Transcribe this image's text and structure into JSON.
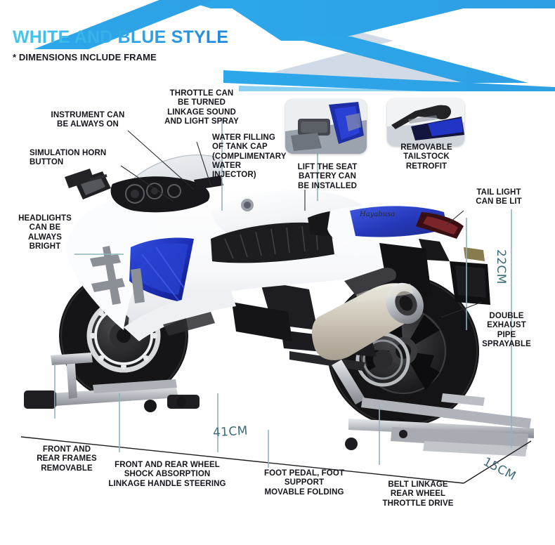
{
  "header": {
    "title": "WHITE AND BLUE STYLE",
    "note": "* DIMENSIONS INCLUDE FRAME",
    "title_gradient_from": "#45c8f0",
    "title_gradient_to": "#1f86dd",
    "banner_color": "#29a3e8",
    "banner_fill_light": "#cdd9e6"
  },
  "callouts": [
    {
      "id": "instrument",
      "text": "INSTRUMENT CAN\nBE ALWAYS ON"
    },
    {
      "id": "horn",
      "text": "SIMULATION HORN\nBUTTON"
    },
    {
      "id": "headlights",
      "text": "HEADLIGHTS\nCAN BE\nALWAYS\nBRIGHT"
    },
    {
      "id": "throttle",
      "text": "THROTTLE CAN\nBE TURNED\nLINKAGE SOUND\nAND LIGHT SPRAY"
    },
    {
      "id": "water-filling",
      "text": "WATER FILLING\nOF TANK CAP\n(COMPLIMENTARY\nWATER\nINJECTOR)"
    },
    {
      "id": "lift-seat",
      "text": "LIFT THE SEAT\nBATTERY CAN\nBE INSTALLED"
    },
    {
      "id": "tailstock",
      "text": "REMOVABLE\nTAILSTOCK\nRETROFIT"
    },
    {
      "id": "tail-light",
      "text": "TAIL LIGHT\nCAN BE LIT"
    },
    {
      "id": "exhaust",
      "text": "DOUBLE\nEXHAUST\nPIPE\nSPRAYABLE"
    },
    {
      "id": "frames",
      "text": "FRONT AND\nREAR FRAMES\nREMOVABLE"
    },
    {
      "id": "shock",
      "text": "FRONT AND REAR WHEEL\nSHOCK ABSORPTION\nLINKAGE HANDLE STEERING"
    },
    {
      "id": "foot-pedal",
      "text": "FOOT PEDAL, FOOT\nSUPPORT\nMOVABLE FOLDING"
    },
    {
      "id": "belt-linkage",
      "text": "BELT LINKAGE\nREAR WHEEL\nTHROTTLE DRIVE"
    }
  ],
  "dimensions": {
    "height": "22CM",
    "length": "41CM",
    "width": "15CM",
    "color": "#3b6a78"
  },
  "insets": [
    {
      "id": "lift-seat-photo",
      "caption_ref": "lift-seat"
    },
    {
      "id": "tailstock-photo",
      "caption_ref": "tailstock"
    }
  ],
  "product": {
    "body_white": "#ffffff",
    "body_blue": "#1c35c4",
    "accent_blue": "#2446d8",
    "tire_black": "#1a1a1a",
    "metal_gray": "#b9bcc0",
    "exhaust_silver": "#cfc8ba",
    "badge": "Hayabusa"
  }
}
